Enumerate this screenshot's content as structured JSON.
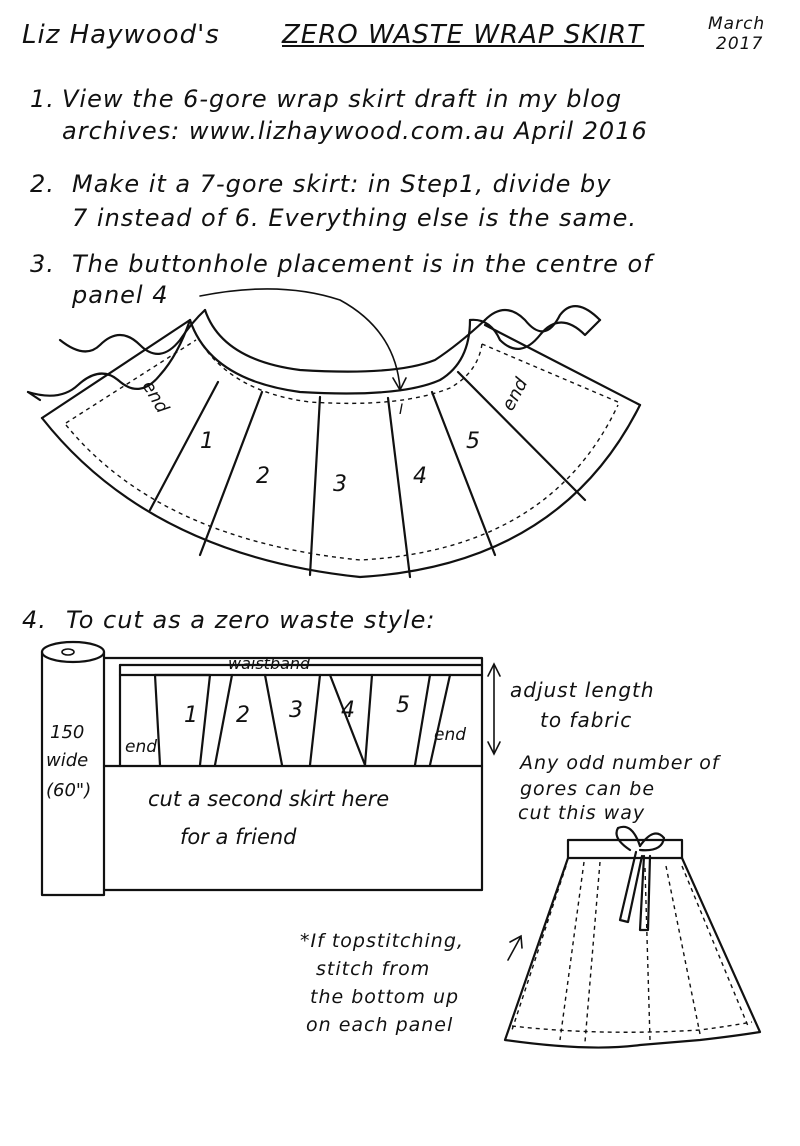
{
  "header": {
    "author": "Liz Haywood's",
    "title": "ZERO WASTE WRAP SKIRT",
    "month": "March",
    "year": "2017"
  },
  "steps": [
    {
      "num": "1.",
      "line1": "View the 6-gore wrap skirt draft in my blog",
      "line2": "archives: www.lizhaywood.com.au    April 2016"
    },
    {
      "num": "2.",
      "line1": "Make it a 7-gore skirt: in Step1, divide by",
      "line2": "7 instead of 6. Everything else is the same."
    },
    {
      "num": "3.",
      "line1": "The buttonhole placement is in the centre of",
      "line2": "panel 4"
    },
    {
      "num": "4.",
      "line1": "To cut as a zero waste style:"
    }
  ],
  "circle_diagram": {
    "end_left": "end",
    "end_right": "end",
    "panels": [
      "1",
      "2",
      "3",
      "4",
      "5"
    ],
    "buttonhole_mark": "I"
  },
  "layout_diagram": {
    "roll_label": [
      "150",
      "wide",
      "(60\")"
    ],
    "waistband": "waistband",
    "end_left": "end",
    "end_right": "end",
    "panels": [
      "1",
      "2",
      "3",
      "4",
      "5"
    ],
    "second_skirt": [
      "cut a second skirt here",
      "for a friend"
    ]
  },
  "notes": {
    "adjust": [
      "adjust length",
      "to fabric"
    ],
    "odd": [
      "Any odd number of",
      "gores can be",
      "cut this way"
    ],
    "topstitch": [
      "*If topstitching,",
      "stitch from",
      "the bottom up",
      "on each panel"
    ]
  }
}
